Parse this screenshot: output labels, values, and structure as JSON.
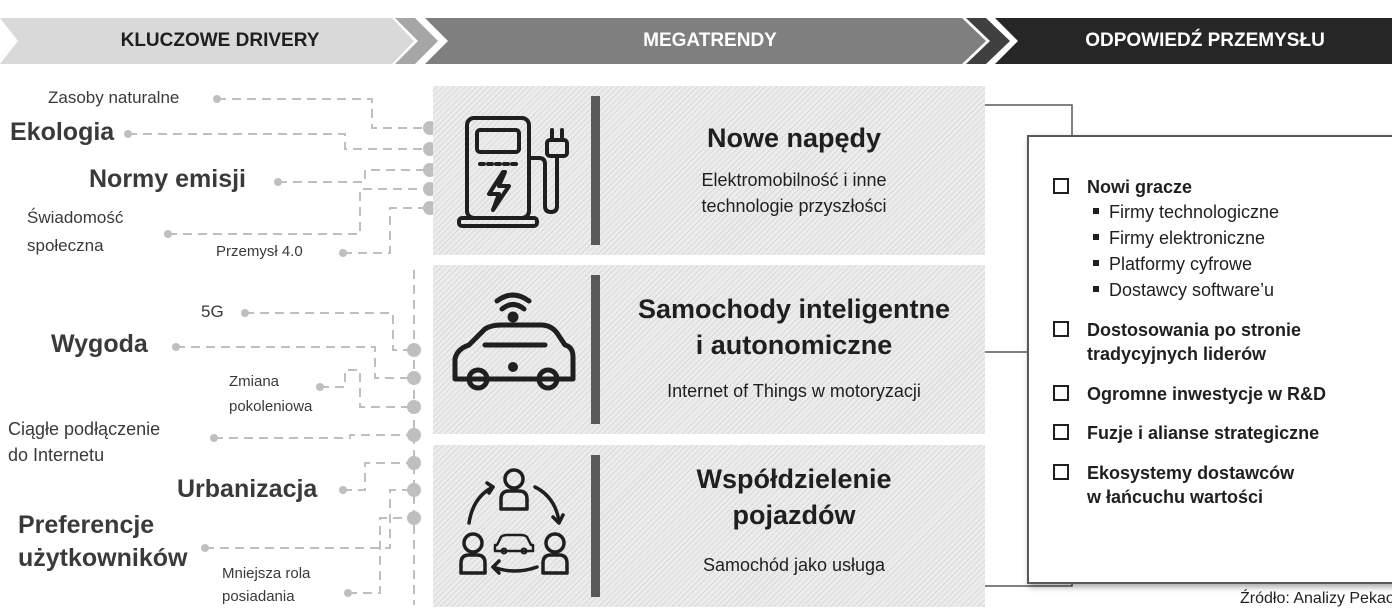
{
  "header": {
    "left_label": "KLUCZOWE DRIVERY",
    "middle_label": "MEGATRENDY",
    "right_label": "ODPOWIEDŹ PRZEMYSŁU"
  },
  "drivers": {
    "zasoby": "Zasoby naturalne",
    "ekologia": "Ekologia",
    "normy": "Normy emisji",
    "swiadomosc_1": "Świadomość",
    "swiadomosc_2": "społeczna",
    "przemysl": "Przemysł 4.0",
    "g5": "5G",
    "wygoda": "Wygoda",
    "zmiana_1": "Zmiana",
    "zmiana_2": "pokoleniowa",
    "ciagle_1": "Ciągłe podłączenie",
    "ciagle_2": "do Internetu",
    "urbanizacja": "Urbanizacja",
    "preferencje_1": "Preferencje",
    "preferencje_2": "użytkowników",
    "mniejsza_1": "Mniejsza rola",
    "mniejsza_2": "posiadania"
  },
  "megatrends": [
    {
      "title_1": "Nowe napędy",
      "title_2": "",
      "sub_1": "Elektromobilność i inne",
      "sub_2": "technologie przyszłości",
      "icon": "ev-charger-icon"
    },
    {
      "title_1": "Samochody inteligentne",
      "title_2": "i autonomiczne",
      "sub_1": "Internet of Things w motoryzacji",
      "sub_2": "",
      "icon": "connected-car-icon"
    },
    {
      "title_1": "Współdzielenie",
      "title_2": "pojazdów",
      "sub_1": "Samochód jako usługa",
      "sub_2": "",
      "icon": "car-sharing-icon"
    }
  ],
  "response": {
    "items": [
      {
        "line_1": "Nowi gracze",
        "line_2": ""
      },
      {
        "line_1": "Dostosowania po stronie",
        "line_2": "tradycyjnych liderów"
      },
      {
        "line_1": "Ogromne inwestycje w R&D",
        "line_2": ""
      },
      {
        "line_1": "Fuzje i alianse strategiczne",
        "line_2": ""
      },
      {
        "line_1": "Ekosystemy dostawców",
        "line_2": "w łańcuchu wartości"
      }
    ],
    "sub_items": [
      "Firmy technologiczne",
      "Firmy elektroniczne",
      "Platformy cyfrowe",
      "Dostawcy software’u"
    ]
  },
  "source": "Źródło: Analizy Pekao",
  "colors": {
    "dark": "#262626",
    "mid": "#595959",
    "light": "#bfbfbf",
    "dot": "#bfbfbf"
  }
}
